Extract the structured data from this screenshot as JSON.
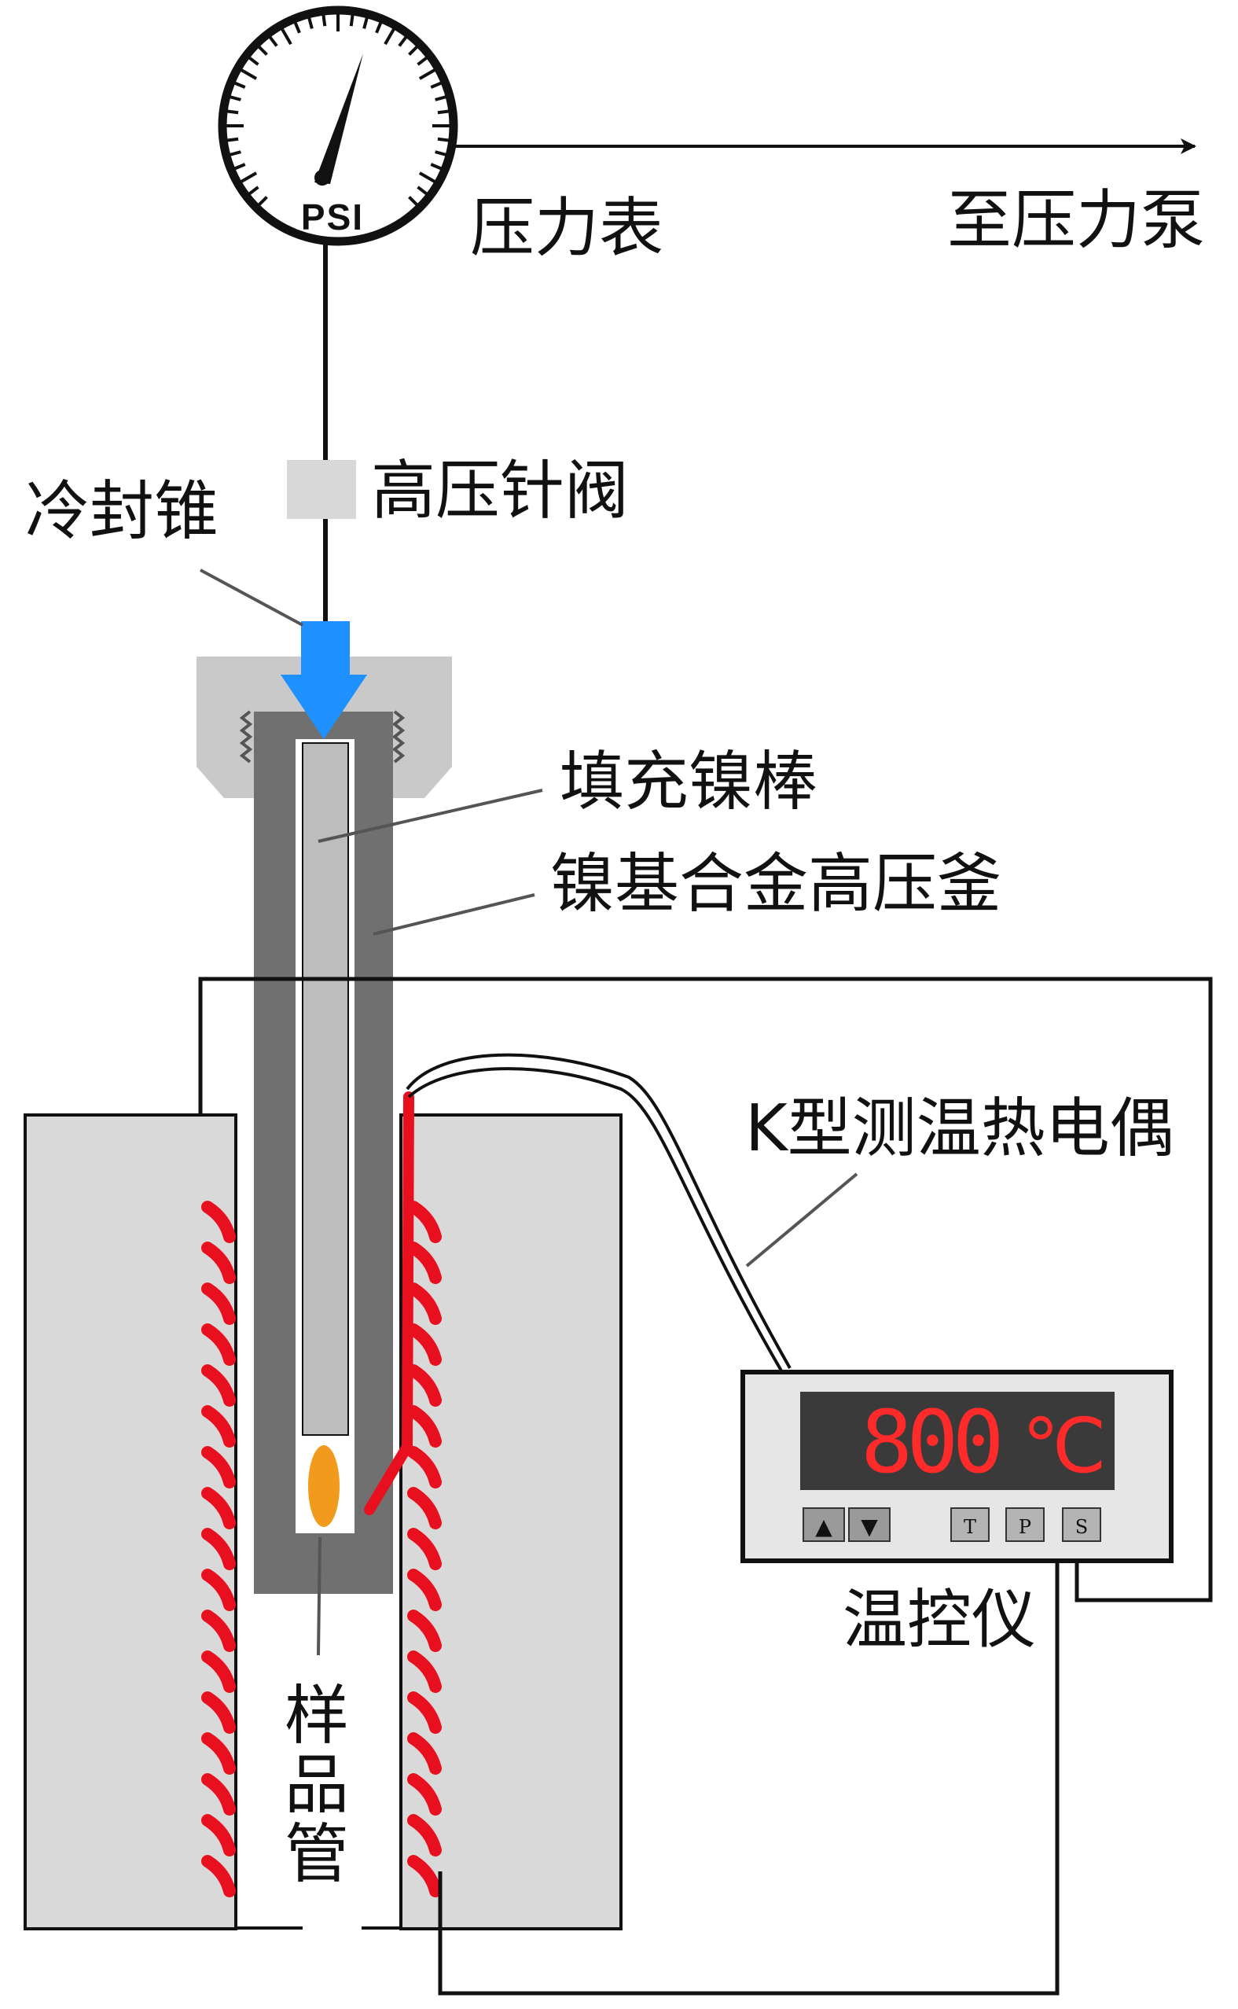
{
  "gauge": {
    "unit_label": "PSI"
  },
  "labels": {
    "pressure_gauge": "压力表",
    "to_pump": "至压力泵",
    "needle_valve": "高压针阀",
    "cold_seal_cone": "冷封锥",
    "filler_rod": "填充镍棒",
    "autoclave": "镍基合金高压釜",
    "thermocouple": "K型测温热电偶",
    "controller": "温控仪",
    "sample_tube": "样品管"
  },
  "controller_display": {
    "reading": "800",
    "unit": "℃",
    "buttons": [
      "▲",
      "▼",
      "T",
      "P",
      "S"
    ]
  },
  "colors": {
    "heater_coil": "#e8101e",
    "thermocouple_wire": "#e8101e",
    "cone": "#1e90ff",
    "autoclave_body": "#707070",
    "furnace": "#d9d9d9",
    "sample": "#f29a1d",
    "display_digits": "#ff2a2a"
  }
}
